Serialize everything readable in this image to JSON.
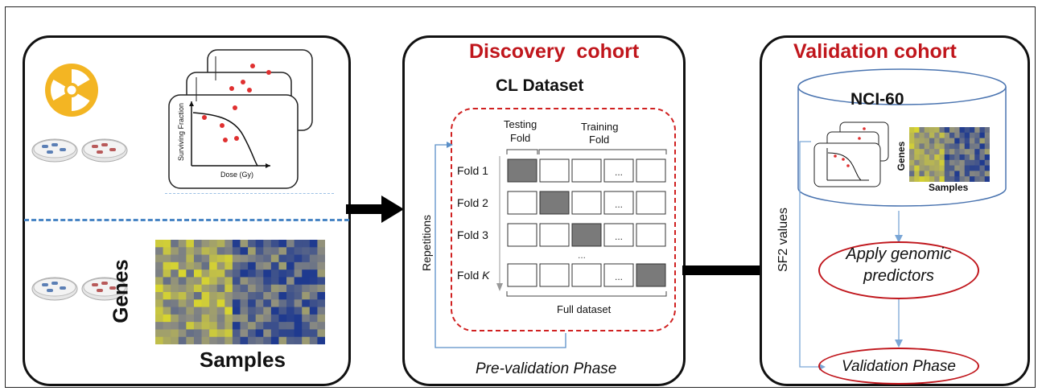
{
  "discovery": {
    "title": "Discovery  cohort",
    "dataset": "CL Dataset",
    "testing_fold": [
      "Testing",
      "Fold"
    ],
    "training_fold": [
      "Training",
      "Fold"
    ],
    "folds": [
      "Fold 1",
      "Fold 2",
      "Fold 3",
      "Fold K"
    ],
    "fold_last_prefix": "Fold ",
    "fold_last_var": "K",
    "ellipsis": "...",
    "repetitions": "Repetitions",
    "full_dataset": "Full dataset",
    "phase": "Pre-validation Phase"
  },
  "validation": {
    "title": "Validation cohort",
    "database": "NCI-60",
    "genes": "Genes",
    "samples": "Samples",
    "sf2": "SF2 values",
    "apply": [
      "Apply genomic",
      "predictors"
    ],
    "phase": "Validation Phase"
  },
  "left": {
    "genes": "Genes",
    "samples": "Samples",
    "plot_ylabel": "Surviving Fraction",
    "plot_xlabel": "Dose (Gy)"
  },
  "colors": {
    "title_red": "#c0161c",
    "dashed_blue": "#4a86c5",
    "radiation_yellow": "#f3b523",
    "heat_yellow": "#d9d62e",
    "heat_blue": "#1f3a8f",
    "fold_gray": "#7a7a7a"
  }
}
